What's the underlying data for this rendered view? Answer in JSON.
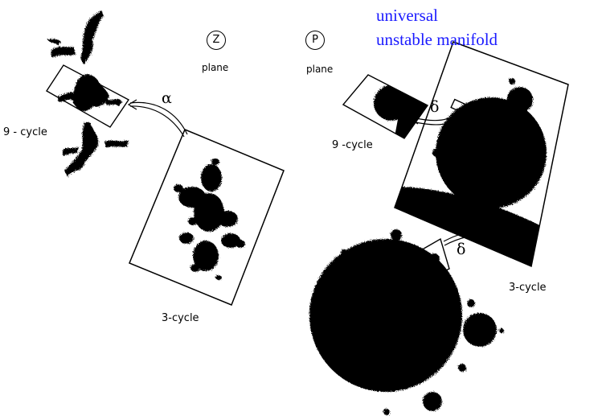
{
  "headline": {
    "line1": "universal",
    "line2": "unstable manifold"
  },
  "z_plane": {
    "symbol": "Z",
    "label": "plane"
  },
  "p_plane": {
    "symbol": "P",
    "label": "plane"
  },
  "left_panel": {
    "inset_label": "9 - cycle",
    "main_label": "3-cycle",
    "arrow_label": "α"
  },
  "right_panel": {
    "inset_label": "9 -cycle",
    "main_label": "3-cycle",
    "arrow_label_upper": "δ",
    "arrow_label_lower": "δ"
  },
  "colors": {
    "ink": "#000000",
    "paper": "#ffffff",
    "headline": "#1a1aff"
  }
}
